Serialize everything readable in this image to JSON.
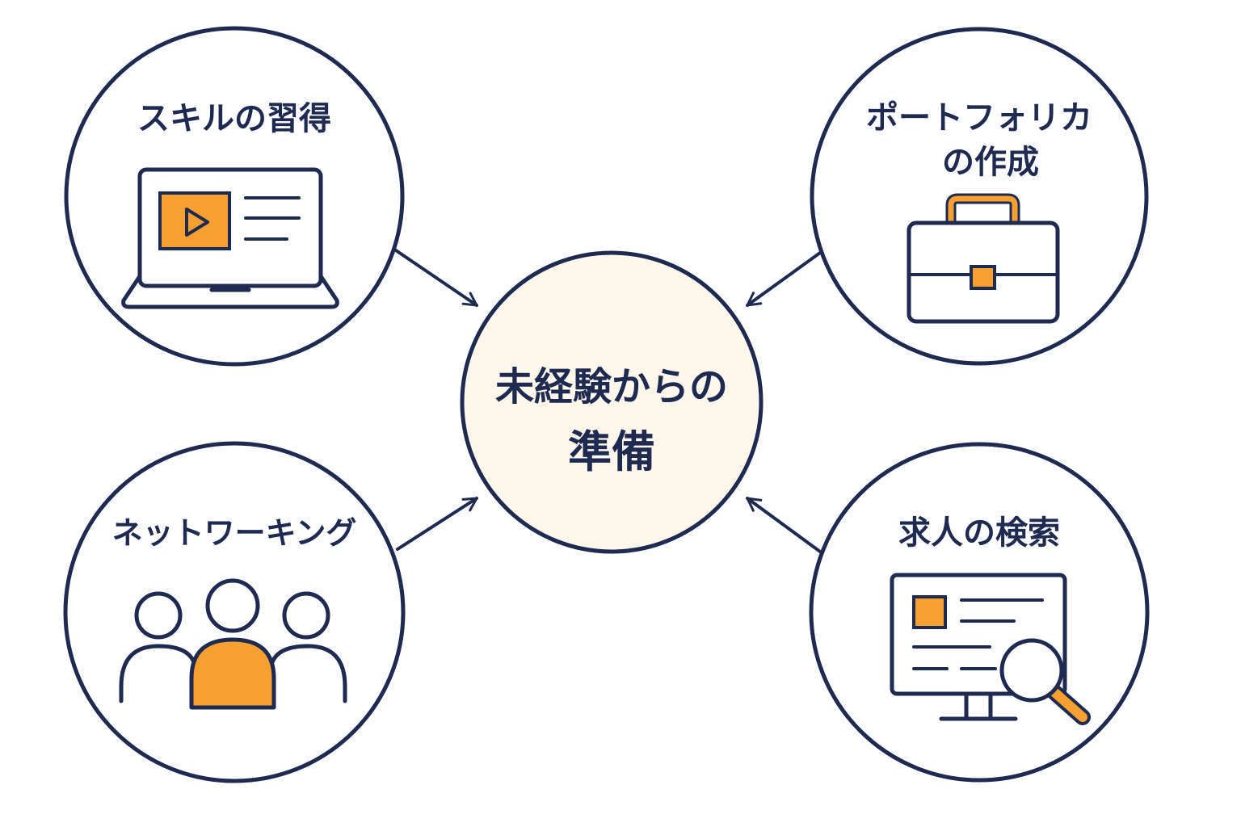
{
  "colors": {
    "navy": "#1e2a4f",
    "accent": "#f5a030",
    "center_fill": "#fdf7ec",
    "background": "#ffffff"
  },
  "center": {
    "label_line1": "未経験からの",
    "label_line2": "準備"
  },
  "nodes": {
    "skill": {
      "label": "スキルの習得",
      "icon": "laptop-video-icon"
    },
    "portfolio": {
      "label_line1": "ポートフォリカ",
      "label_line2": "の作成",
      "icon": "briefcase-icon"
    },
    "networking": {
      "label": "ネットワーキング",
      "icon": "people-group-icon"
    },
    "job_search": {
      "label": "求人の検索",
      "icon": "monitor-search-icon"
    }
  }
}
